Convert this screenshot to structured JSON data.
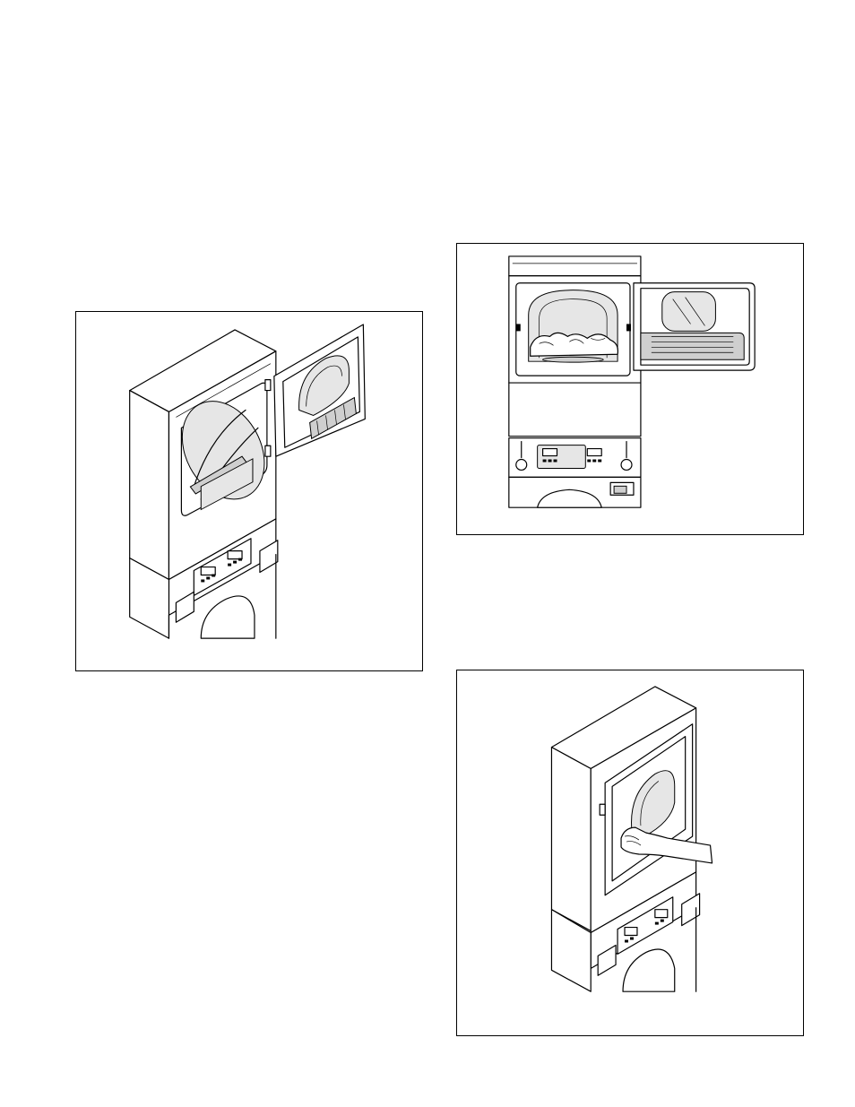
{
  "page": {
    "background": "#ffffff",
    "line_color": "#000000"
  },
  "figures": [
    {
      "id": "fig-a",
      "depicts": "stacked-dryer-door-open-perspective"
    },
    {
      "id": "fig-b",
      "depicts": "stacked-dryer-front-view-loaded-drum"
    },
    {
      "id": "fig-c",
      "depicts": "hand-closing-dryer-door"
    }
  ]
}
